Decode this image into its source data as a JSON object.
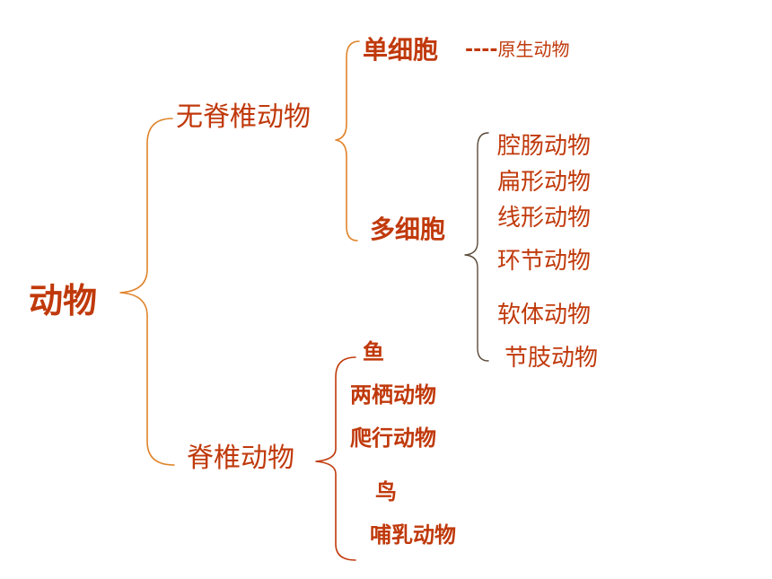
{
  "colors": {
    "primary_text": "#c0390b",
    "bracket_orange": "#e0842a",
    "bracket_dark": "#5a4a3a",
    "bracket_red": "#c0390b"
  },
  "diagram": {
    "root": "动物",
    "invertebrate": {
      "label": "无脊椎动物",
      "unicellular": {
        "label": "单细胞",
        "note_dash": "----",
        "note": "原生动物"
      },
      "multicellular": {
        "label": "多细胞",
        "groups": [
          "腔肠动物",
          "扁形动物",
          "线形动物",
          "环节动物",
          "软体动物",
          "节肢动物"
        ]
      }
    },
    "vertebrate": {
      "label": "脊椎动物",
      "groups": [
        "鱼",
        "两栖动物",
        "爬行动物",
        "鸟",
        "哺乳动物"
      ]
    }
  }
}
